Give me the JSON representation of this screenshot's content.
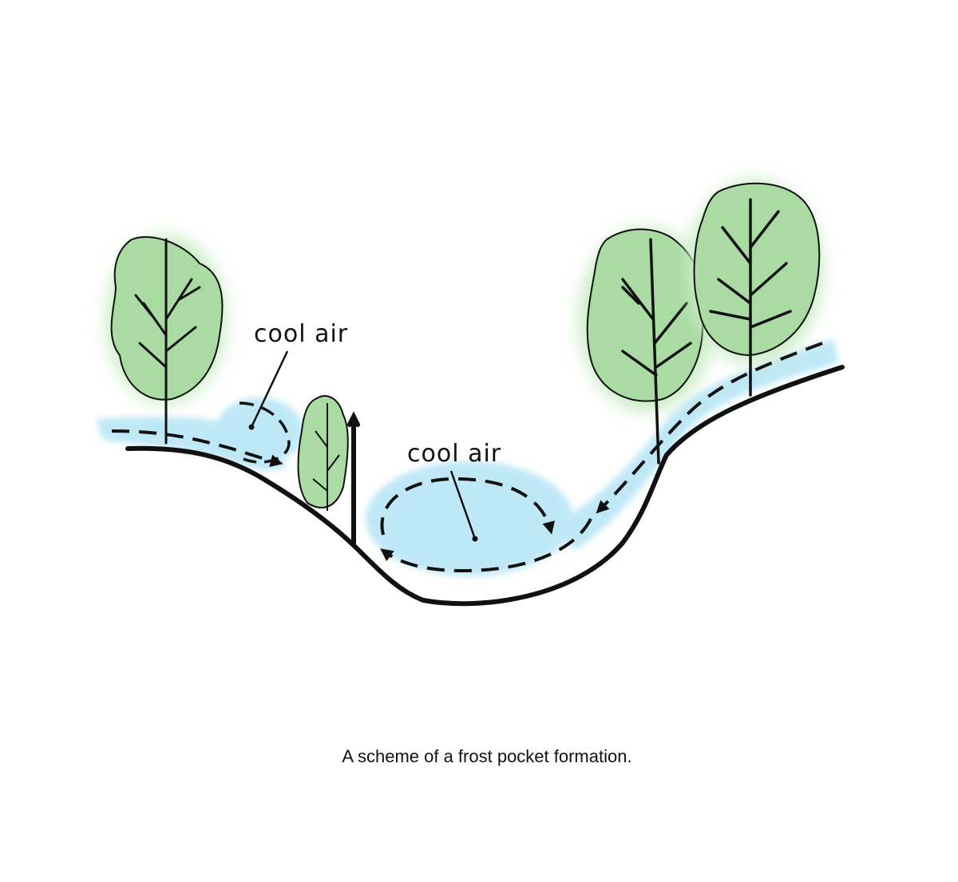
{
  "labels": {
    "cool_air_left": "cool air",
    "cool_air_center": "cool air"
  },
  "caption": "A scheme of a frost pocket formation.",
  "colors": {
    "ground_line": "#111111",
    "cool_air_fill": "#bfe8f7",
    "foliage_fill": "#a9dba3",
    "foliage_glow": "#c9ecc4",
    "ink": "#111111"
  }
}
